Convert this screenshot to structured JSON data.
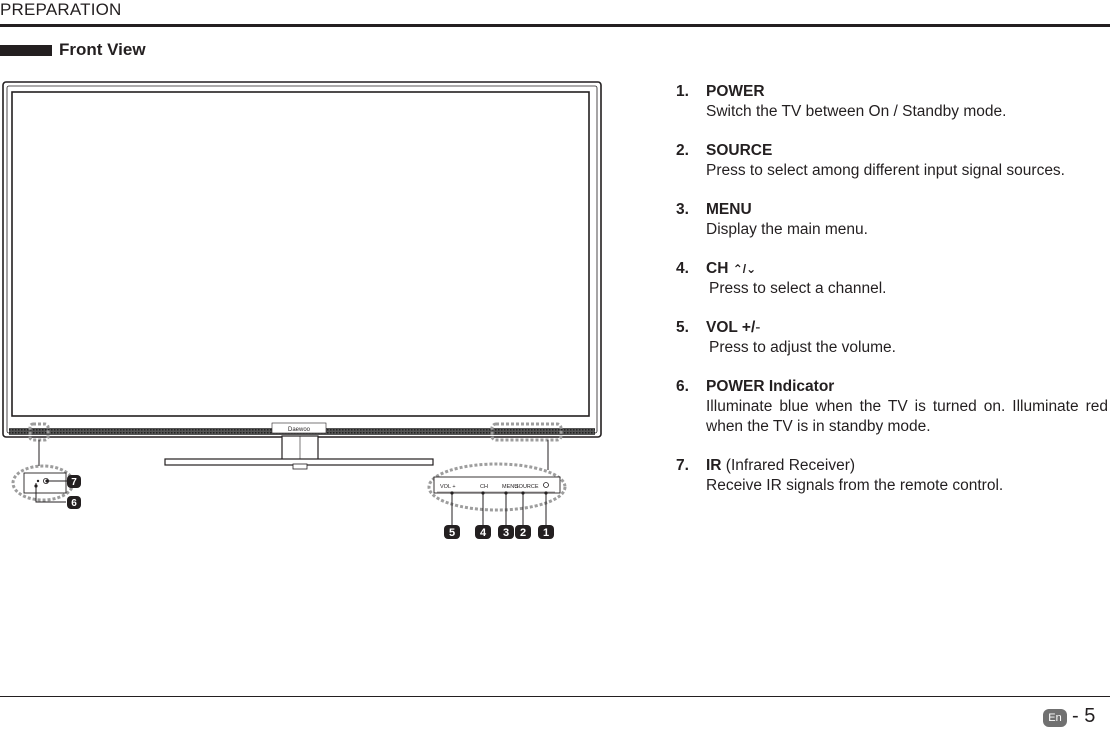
{
  "header": {
    "title": "PREPARATION"
  },
  "section": {
    "title": "Front View"
  },
  "figure": {
    "brand": "Daewoo",
    "button_labels": [
      "VOL +",
      "CH",
      "MENU",
      "SOURCE"
    ],
    "callouts": [
      "7",
      "6",
      "5",
      "4",
      "3",
      "2",
      "1"
    ]
  },
  "items": [
    {
      "num": "1.",
      "name": "POWER",
      "desc": "Switch the TV between On / Standby mode."
    },
    {
      "num": "2.",
      "name": "SOURCE",
      "desc": "Press to select among different input signal sources."
    },
    {
      "num": "3.",
      "name": "MENU",
      "desc": "Display the main menu."
    },
    {
      "num": "4.",
      "name": "CH",
      "symbols": "⌃/⌄",
      "desc": "Press to select a channel."
    },
    {
      "num": "5.",
      "name": "VOL +/",
      "suffix": "-",
      "desc": "Press to adjust the volume."
    },
    {
      "num": "6.",
      "name": "POWER Indicator",
      "desc": "Illuminate blue when the TV is turned on. Illuminate red when the TV is in standby mode."
    },
    {
      "num": "7.",
      "name": "IR",
      "suffix": " (Infrared Receiver)",
      "desc": "Receive IR signals from the remote control."
    }
  ],
  "footer": {
    "lang": "En",
    "page": "- 5"
  }
}
